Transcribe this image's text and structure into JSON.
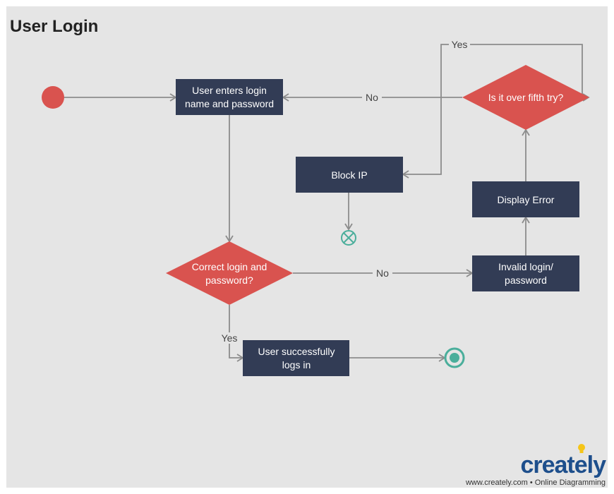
{
  "title": "User Login",
  "nodes": {
    "login_input": [
      "User enters login",
      "name and password"
    ],
    "decision_fifth_try": [
      "Is it over fifth try?"
    ],
    "block_ip": [
      "Block IP"
    ],
    "display_error": [
      "Display Error"
    ],
    "decision_correct": [
      "Correct login and",
      "password?"
    ],
    "invalid": [
      "Invalid login/",
      "password"
    ],
    "success": [
      "User successfully",
      "logs in"
    ]
  },
  "edge_labels": {
    "retry_no": "No",
    "block_yes": "Yes",
    "invalid_no": "No",
    "success_yes": "Yes"
  },
  "colors": {
    "process_fill": "#323c55",
    "decision_fill": "#d9534f",
    "start_fill": "#d9534f",
    "end_color": "#4aae9b",
    "edge": "#8c8c8c",
    "background": "#e5e5e5"
  },
  "branding": {
    "logo": "creately",
    "tagline": "www.creately.com • Online Diagramming"
  }
}
